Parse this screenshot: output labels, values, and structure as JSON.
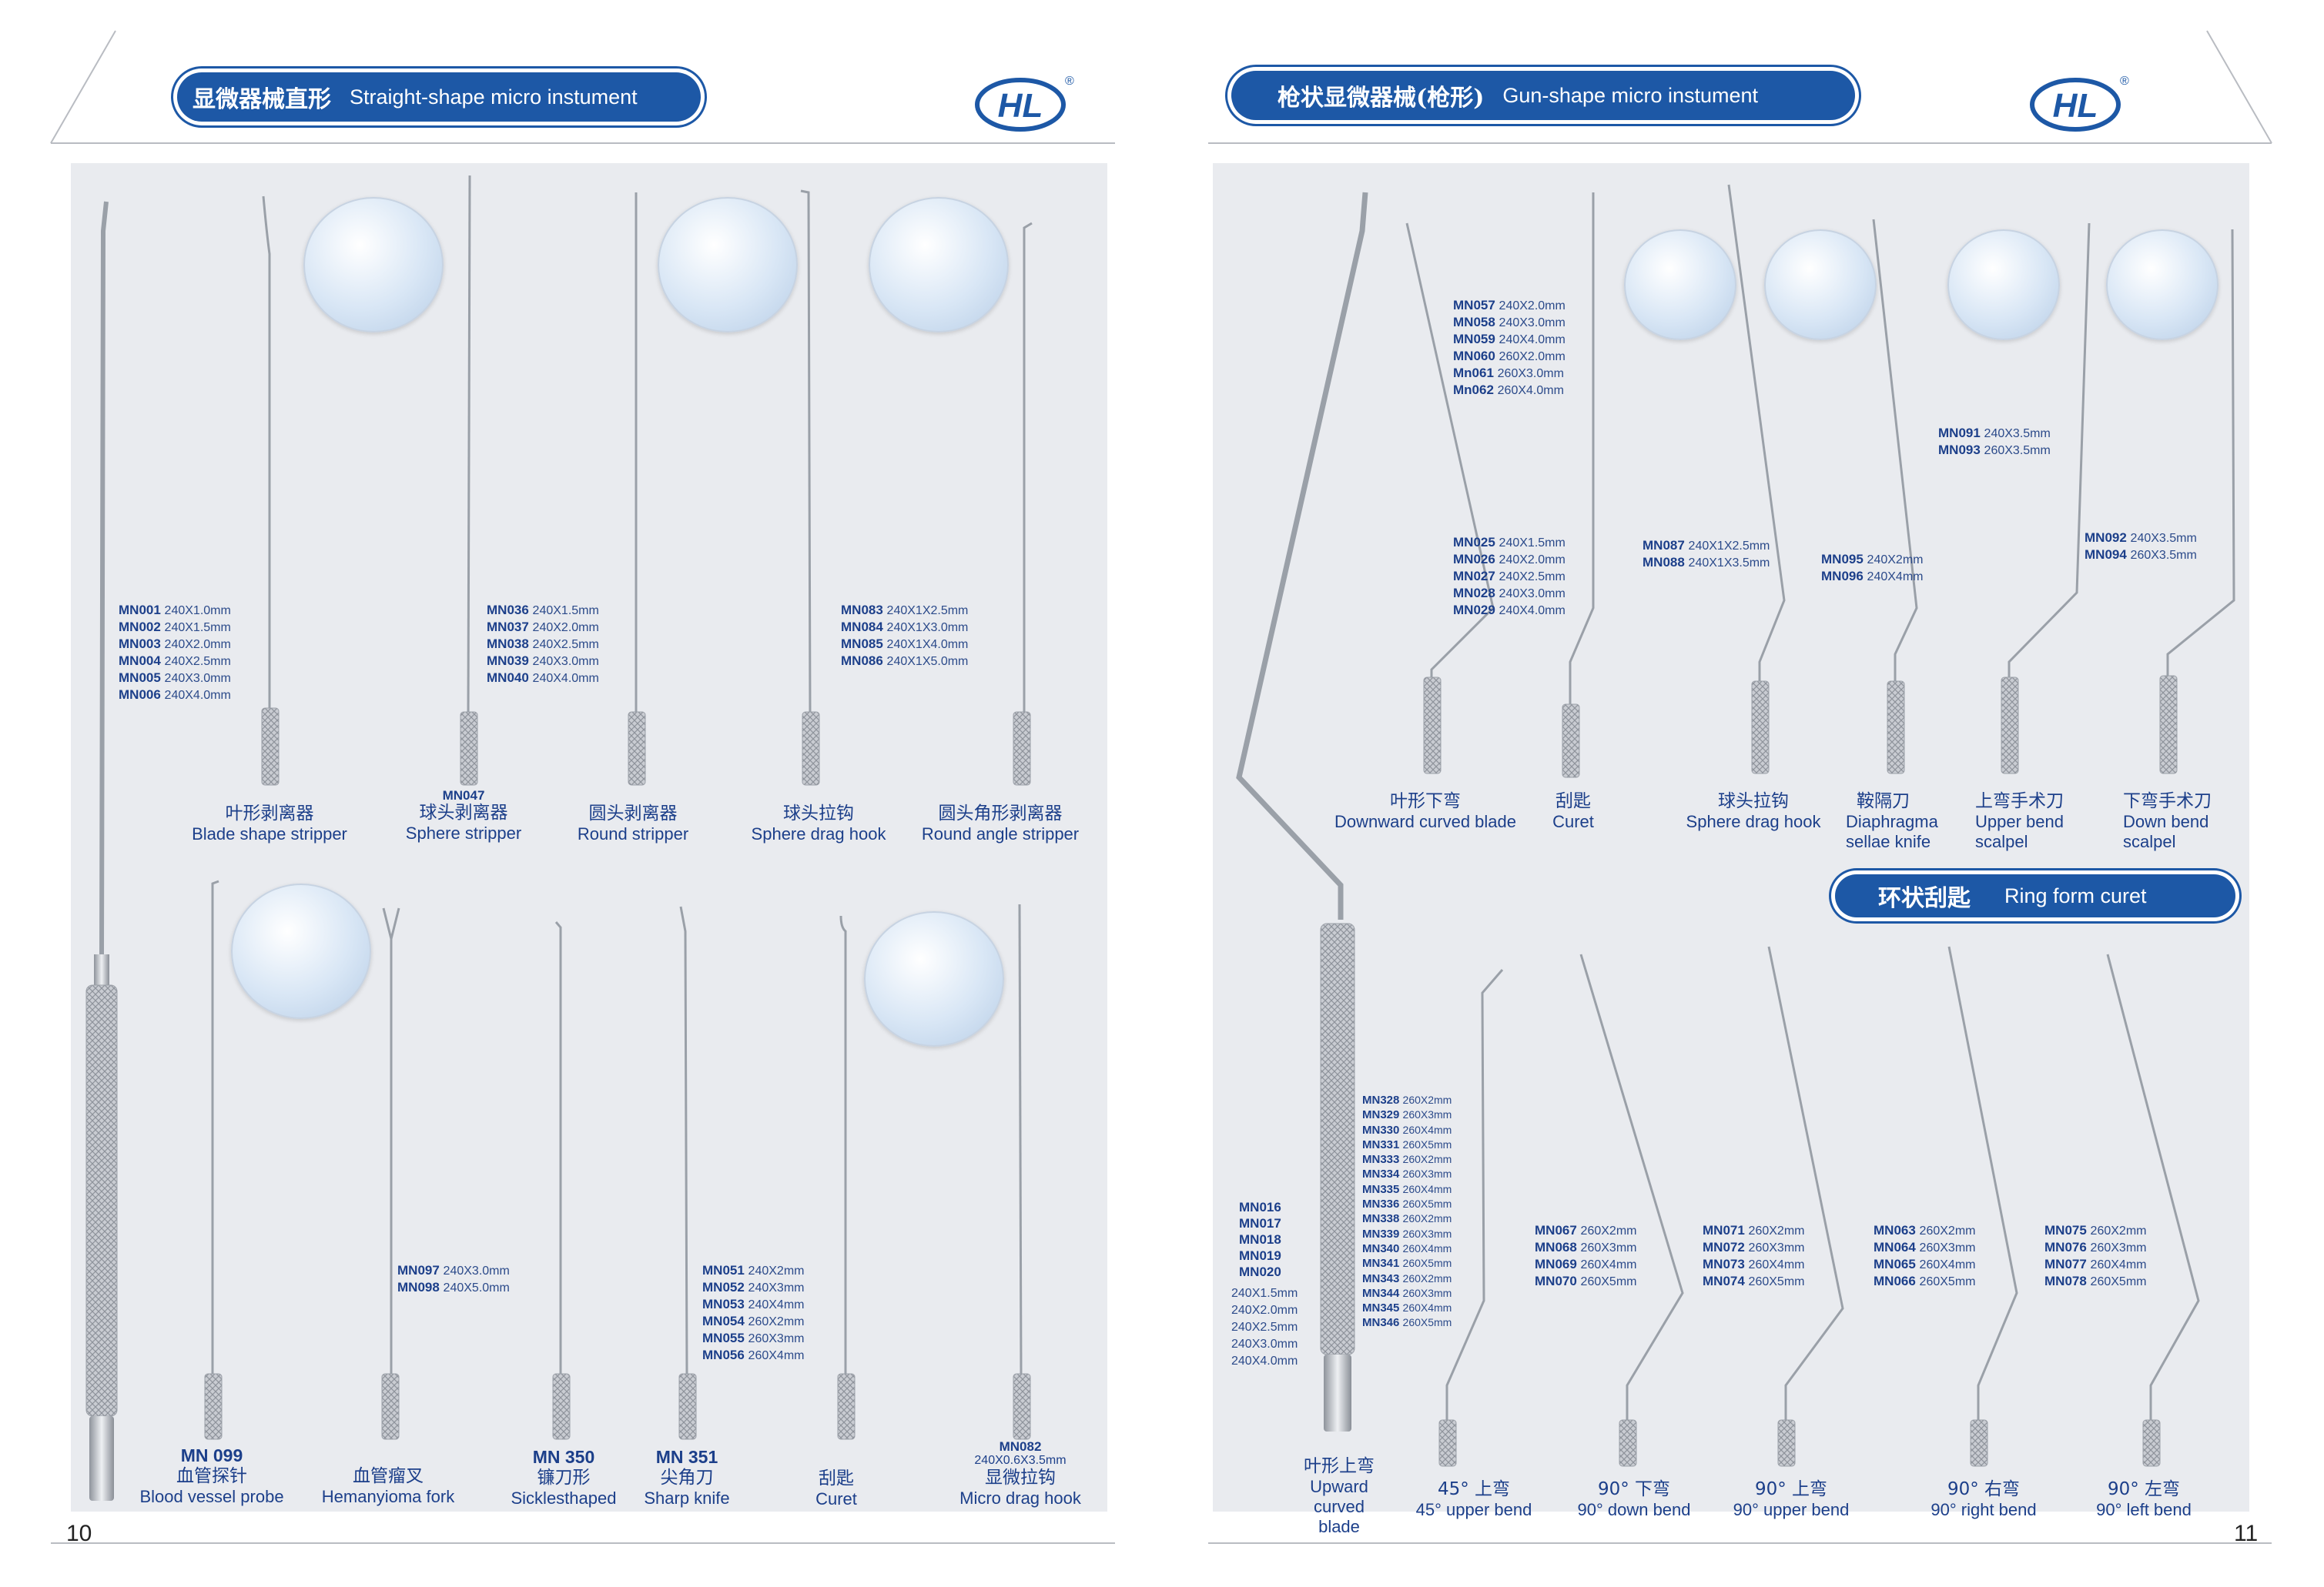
{
  "left_page": {
    "header": {
      "title_zh": "显微器械直形",
      "title_en": "Straight-shape micro instument"
    },
    "logo": {
      "text": "HL",
      "mark": "®"
    },
    "page_number": "10",
    "instruments": [
      {
        "codes": [
          "MN001",
          "MN002",
          "MN003",
          "MN004",
          "MN005",
          "MN006"
        ],
        "sizes": [
          "240X1.0mm",
          "240X1.5mm",
          "240X2.0mm",
          "240X2.5mm",
          "240X3.0mm",
          "240X4.0mm"
        ],
        "name_zh": "叶形剥离器",
        "name_en": "Blade shape stripper"
      },
      {
        "code_top": "MN047",
        "name_zh": "球头剥离器",
        "name_en": "Sphere stripper"
      },
      {
        "codes": [
          "MN036",
          "MN037",
          "MN038",
          "MN039",
          "MN040"
        ],
        "sizes": [
          "240X1.5mm",
          "240X2.0mm",
          "240X2.5mm",
          "240X3.0mm",
          "240X4.0mm"
        ],
        "name_zh": "圆头剥离器",
        "name_en": "Round  stripper"
      },
      {
        "name_zh": "球头拉钩",
        "name_en": "Sphere drag hook"
      },
      {
        "codes": [
          "MN083",
          "MN084",
          "MN085",
          "MN086"
        ],
        "sizes": [
          "240X1X2.5mm",
          "240X1X3.0mm",
          "240X1X4.0mm",
          "240X1X5.0mm"
        ],
        "name_zh": "圆头角形剥离器",
        "name_en": "Round angle stripper"
      },
      {
        "code": "MN 099",
        "name_zh": "血管探针",
        "name_en": "Blood vessel probe"
      },
      {
        "codes": [
          "MN097",
          "MN098"
        ],
        "sizes": [
          "240X3.0mm",
          "240X5.0mm"
        ],
        "name_zh": "血管瘤叉",
        "name_en": "Hemanyioma fork"
      },
      {
        "code": "MN 350",
        "name_zh": "镰刀形",
        "name_en": "Sicklesthaped"
      },
      {
        "code": "MN 351",
        "name_zh": "尖角刀",
        "name_en": "Sharp knife"
      },
      {
        "codes": [
          "MN051",
          "MN052",
          "MN053",
          "MN054",
          "MN055",
          "MN056"
        ],
        "sizes": [
          "240X2mm",
          "240X3mm",
          "240X4mm",
          "260X2mm",
          "260X3mm",
          "260X4mm"
        ],
        "name_zh": "刮匙",
        "name_en": "Curet"
      },
      {
        "code": "MN082",
        "size": "240X0.6X3.5mm",
        "name_zh": "显微拉钩",
        "name_en": "Micro drag hook"
      }
    ]
  },
  "right_page": {
    "header": {
      "title_zh": "枪状显微器械(枪形)",
      "title_en": "Gun-shape micro instument"
    },
    "logo": {
      "text": "HL",
      "mark": "®"
    },
    "page_number": "11",
    "section2": {
      "title_zh": "环状刮匙",
      "title_en": "Ring form curet"
    },
    "instruments": [
      {
        "codes": [
          "MN025",
          "MN026",
          "MN027",
          "MN028",
          "MN029"
        ],
        "sizes": [
          "240X1.5mm",
          "240X2.0mm",
          "240X2.5mm",
          "240X3.0mm",
          "240X4.0mm"
        ]
      },
      {
        "codes": [
          "MN057",
          "MN058",
          "MN059",
          "MN060",
          "Mn061",
          "Mn062"
        ],
        "sizes": [
          "240X2.0mm",
          "240X3.0mm",
          "240X4.0mm",
          "260X2.0mm",
          "260X3.0mm",
          "260X4.0mm"
        ],
        "name_zh": "叶形下弯",
        "name_en": "Downward curved blade"
      },
      {
        "name_zh": "刮匙",
        "name_en": "Curet"
      },
      {
        "codes": [
          "MN087",
          "MN088"
        ],
        "sizes": [
          "240X1X2.5mm",
          "240X1X3.5mm"
        ],
        "name_zh": "球头拉钩",
        "name_en": "Sphere drag hook"
      },
      {
        "codes": [
          "MN095",
          "MN096"
        ],
        "sizes": [
          "240X2mm",
          "240X4mm"
        ],
        "name_zh": "鞍隔刀",
        "name_en": "Diaphragma sellae knife"
      },
      {
        "codes": [
          "MN091",
          "MN093"
        ],
        "sizes": [
          "240X3.5mm",
          "260X3.5mm"
        ],
        "name_zh": "上弯手术刀",
        "name_en": "Upper bend scalpel"
      },
      {
        "codes": [
          "MN092",
          "MN094"
        ],
        "sizes": [
          "240X3.5mm",
          "260X3.5mm"
        ],
        "name_zh": "下弯手术刀",
        "name_en": "Down bend scalpel"
      },
      {
        "codes": [
          "MN016",
          "MN017",
          "MN018",
          "MN019",
          "MN020"
        ],
        "sizes": [
          "240X1.5mm",
          "240X2.0mm",
          "240X2.5mm",
          "240X3.0mm",
          "240X4.0mm"
        ],
        "name_zh": "叶形上弯",
        "name_en": "Upward curved blade"
      },
      {
        "codes": [
          "MN328",
          "MN329",
          "MN330",
          "MN331",
          "MN333",
          "MN334",
          "MN335",
          "MN336",
          "MN338",
          "MN339",
          "MN340",
          "MN341",
          "MN343",
          "MN344",
          "MN345",
          "MN346"
        ],
        "sizes": [
          "260X2mm",
          "260X3mm",
          "260X4mm",
          "260X5mm",
          "260X2mm",
          "260X3mm",
          "260X4mm",
          "260X5mm",
          "260X2mm",
          "260X3mm",
          "260X4mm",
          "260X5mm",
          "260X2mm",
          "260X3mm",
          "260X4mm",
          "260X5mm"
        ],
        "name_zh": "45° 上弯",
        "name_en": "45° upper bend"
      },
      {
        "codes": [
          "MN067",
          "MN068",
          "MN069",
          "MN070"
        ],
        "sizes": [
          "260X2mm",
          "260X3mm",
          "260X4mm",
          "260X5mm"
        ],
        "name_zh": "90° 下弯",
        "name_en": "90° down bend"
      },
      {
        "codes": [
          "MN071",
          "MN072",
          "MN073",
          "MN074"
        ],
        "sizes": [
          "260X2mm",
          "260X3mm",
          "260X4mm",
          "260X5mm"
        ],
        "name_zh": "90° 上弯",
        "name_en": "90° upper bend"
      },
      {
        "codes": [
          "MN063",
          "MN064",
          "MN065",
          "MN066"
        ],
        "sizes": [
          "260X2mm",
          "260X3mm",
          "260X4mm",
          "260X5mm"
        ],
        "name_zh": "90° 右弯",
        "name_en": "90° right bend"
      },
      {
        "codes": [
          "MN075",
          "MN076",
          "MN077",
          "MN078"
        ],
        "sizes": [
          "260X2mm",
          "260X3mm",
          "260X4mm",
          "260X5mm"
        ],
        "name_zh": "90° 左弯",
        "name_en": "90° left bend"
      }
    ]
  },
  "colors": {
    "brand_blue": "#1d58a6",
    "panel_gray": "#e9ebef",
    "text_blue": "#1c3f8a",
    "steel": "#b8bcc3"
  }
}
